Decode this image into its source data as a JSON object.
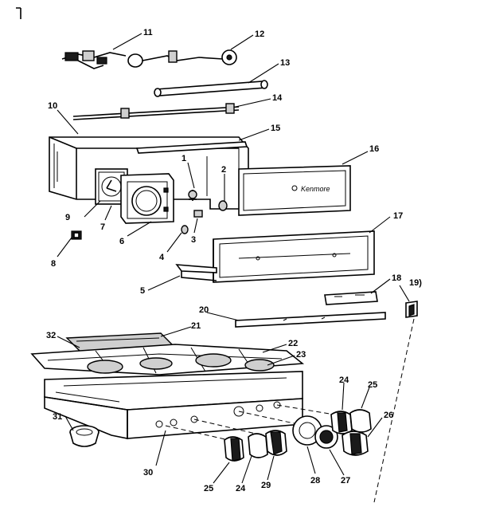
{
  "labels": {
    "p1": "1",
    "p2": "2",
    "p3": "3",
    "p4": "4",
    "p5": "5",
    "p6": "6",
    "p7": "7",
    "p8": "8",
    "p9": "9",
    "p10": "10",
    "p11": "11",
    "p12": "12",
    "p13": "13",
    "p14": "14",
    "p15": "15",
    "p16": "16",
    "p17": "17",
    "p18": "18",
    "p19": "19)",
    "p20": "20",
    "p21": "21",
    "p22": "22",
    "p23": "23",
    "p24a": "24",
    "p24b": "24",
    "p25a": "25",
    "p25b": "25",
    "p26": "26",
    "p27": "27",
    "p28": "28",
    "p29": "29",
    "p30": "30",
    "p31": "31",
    "p32": "32"
  },
  "panel_text": "Kenmore"
}
